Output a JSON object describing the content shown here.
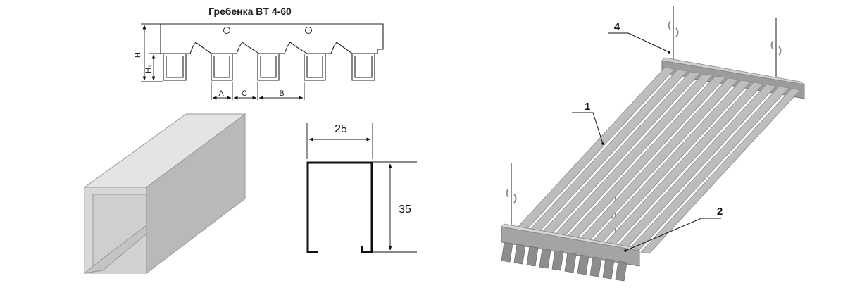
{
  "comb": {
    "title": "Гребенка BT 4-60",
    "dim_h": "H",
    "dim_h1": "H₁",
    "dim_a": "A",
    "dim_c": "C",
    "dim_b": "B"
  },
  "profile": {
    "width": "25",
    "height": "35"
  },
  "assembly": {
    "callout_1": "1",
    "callout_2": "2",
    "callout_4": "4"
  }
}
